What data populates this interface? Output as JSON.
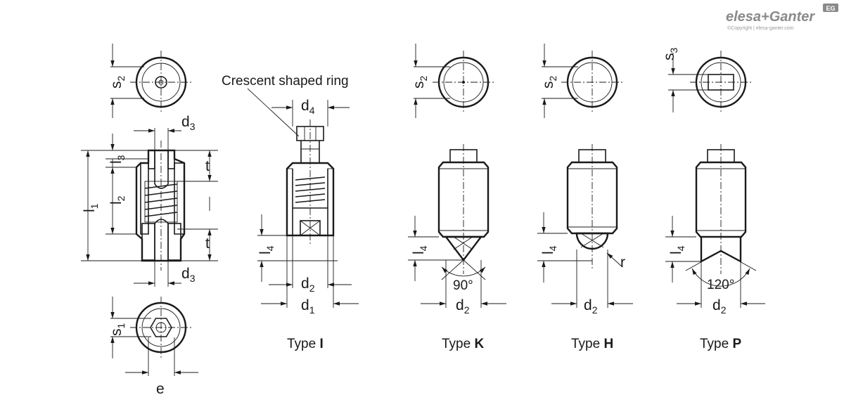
{
  "brand": {
    "name": "elesa+Ganter",
    "badge": "EG",
    "copyright": "©Copyright | elesa-ganter.com"
  },
  "callout": {
    "crescent_ring": "Crescent shaped ring"
  },
  "dimensions": {
    "s1": {
      "main": "s",
      "sub": "1"
    },
    "s2": {
      "main": "s",
      "sub": "2"
    },
    "s3": {
      "main": "s",
      "sub": "3"
    },
    "d1": {
      "main": "d",
      "sub": "1"
    },
    "d2": {
      "main": "d",
      "sub": "2"
    },
    "d3": {
      "main": "d",
      "sub": "3"
    },
    "d4": {
      "main": "d",
      "sub": "4"
    },
    "l1": {
      "main": "l",
      "sub": "1"
    },
    "l2": {
      "main": "l",
      "sub": "2"
    },
    "l3": {
      "main": "l",
      "sub": "3"
    },
    "l4": {
      "main": "l",
      "sub": "4"
    },
    "t": "t",
    "e": "e",
    "r": "r"
  },
  "angles": {
    "type_k": "90°",
    "type_p": "120°"
  },
  "captions": {
    "prefix": "Type",
    "type_i": "I",
    "type_k": "K",
    "type_h": "H",
    "type_p": "P"
  }
}
